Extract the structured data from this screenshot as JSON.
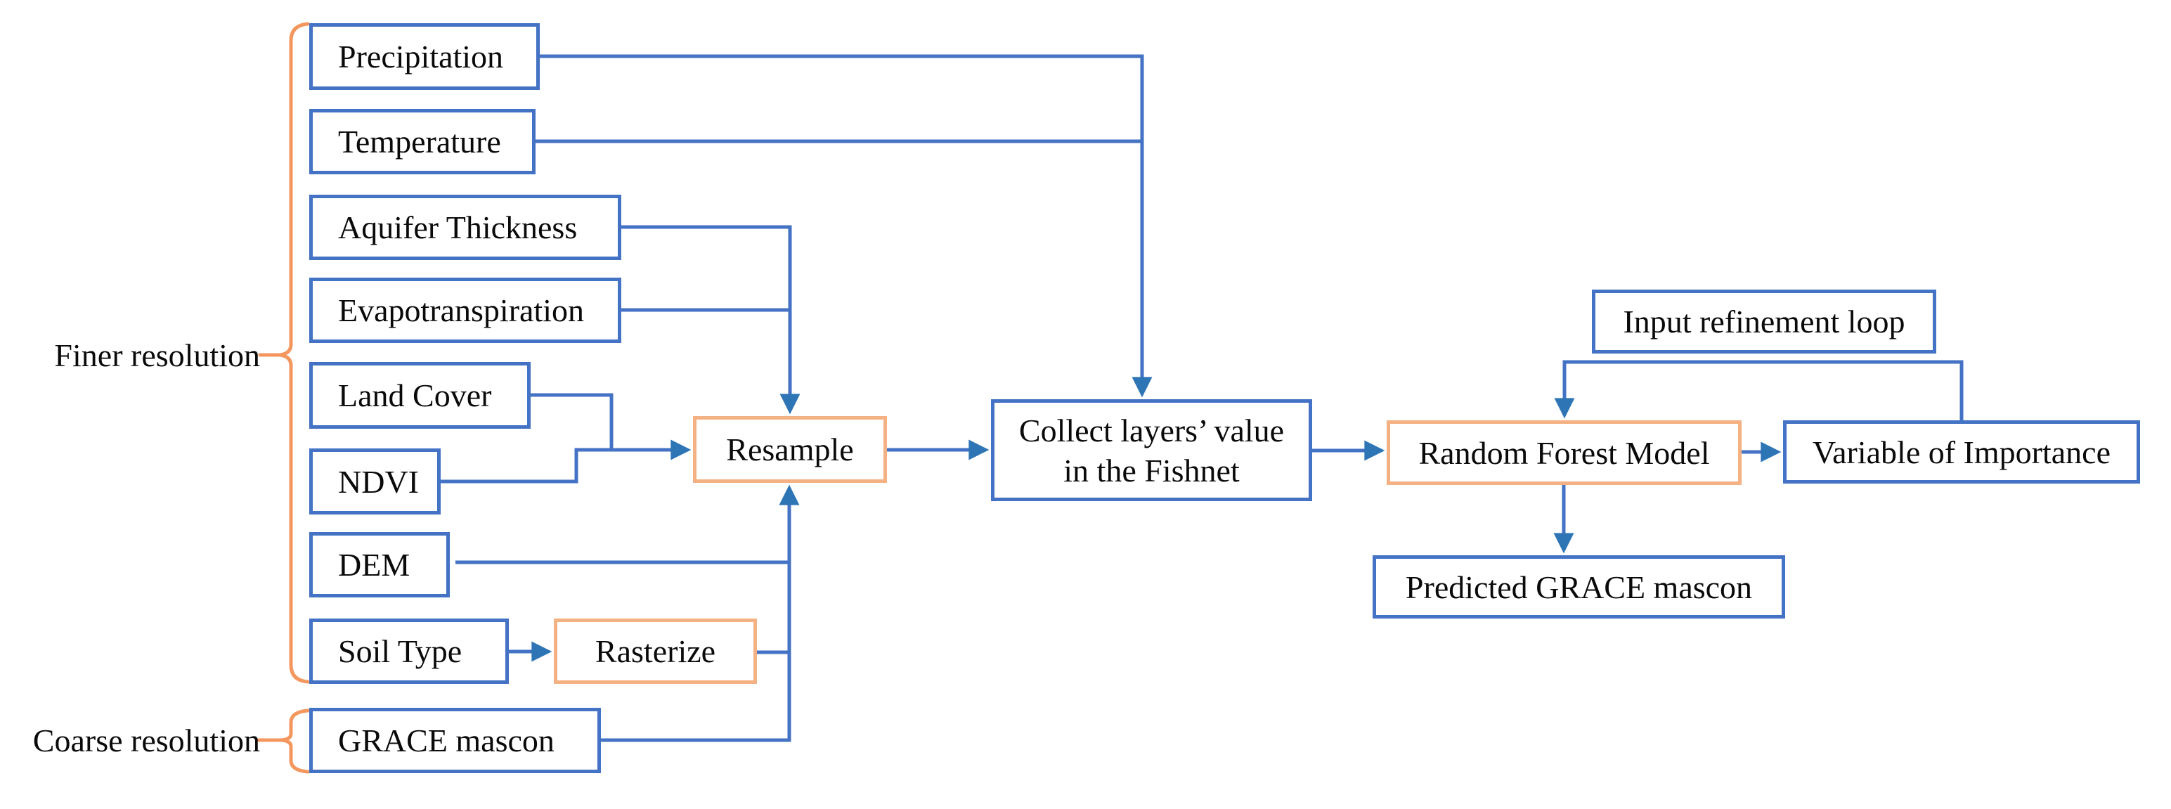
{
  "diagram": {
    "groups": [
      {
        "id": "finer",
        "label": "Finer resolution"
      },
      {
        "id": "coarse",
        "label": "Coarse resolution"
      }
    ],
    "nodes": [
      {
        "id": "precipitation",
        "label": "Precipitation",
        "kind": "data"
      },
      {
        "id": "temperature",
        "label": "Temperature",
        "kind": "data"
      },
      {
        "id": "aquifer-thickness",
        "label": "Aquifer Thickness",
        "kind": "data"
      },
      {
        "id": "evapotranspiration",
        "label": "Evapotranspiration",
        "kind": "data"
      },
      {
        "id": "land-cover",
        "label": "Land Cover",
        "kind": "data"
      },
      {
        "id": "ndvi",
        "label": "NDVI",
        "kind": "data"
      },
      {
        "id": "dem",
        "label": "DEM",
        "kind": "data"
      },
      {
        "id": "soil-type",
        "label": "Soil Type",
        "kind": "data"
      },
      {
        "id": "grace-mascon",
        "label": "GRACE mascon",
        "kind": "data"
      },
      {
        "id": "resample",
        "label": "Resample",
        "kind": "process"
      },
      {
        "id": "rasterize",
        "label": "Rasterize",
        "kind": "process"
      },
      {
        "id": "collect-fishnet",
        "label": "Collect layers’ value\nin the Fishnet",
        "kind": "data"
      },
      {
        "id": "random-forest",
        "label": "Random Forest Model",
        "kind": "process"
      },
      {
        "id": "variable-importance",
        "label": "Variable of Importance",
        "kind": "data"
      },
      {
        "id": "input-refinement",
        "label": "Input refinement loop",
        "kind": "data"
      },
      {
        "id": "predicted-grace",
        "label": "Predicted GRACE mascon",
        "kind": "data"
      }
    ],
    "colors": {
      "box_blue": "#4472C4",
      "box_orange": "#F4B183",
      "line_blue": "#4472C4",
      "arrowhead": "#2E75B6",
      "brace_orange": "#F4975F",
      "text": "#0a0a0a",
      "background": "#ffffff"
    }
  }
}
